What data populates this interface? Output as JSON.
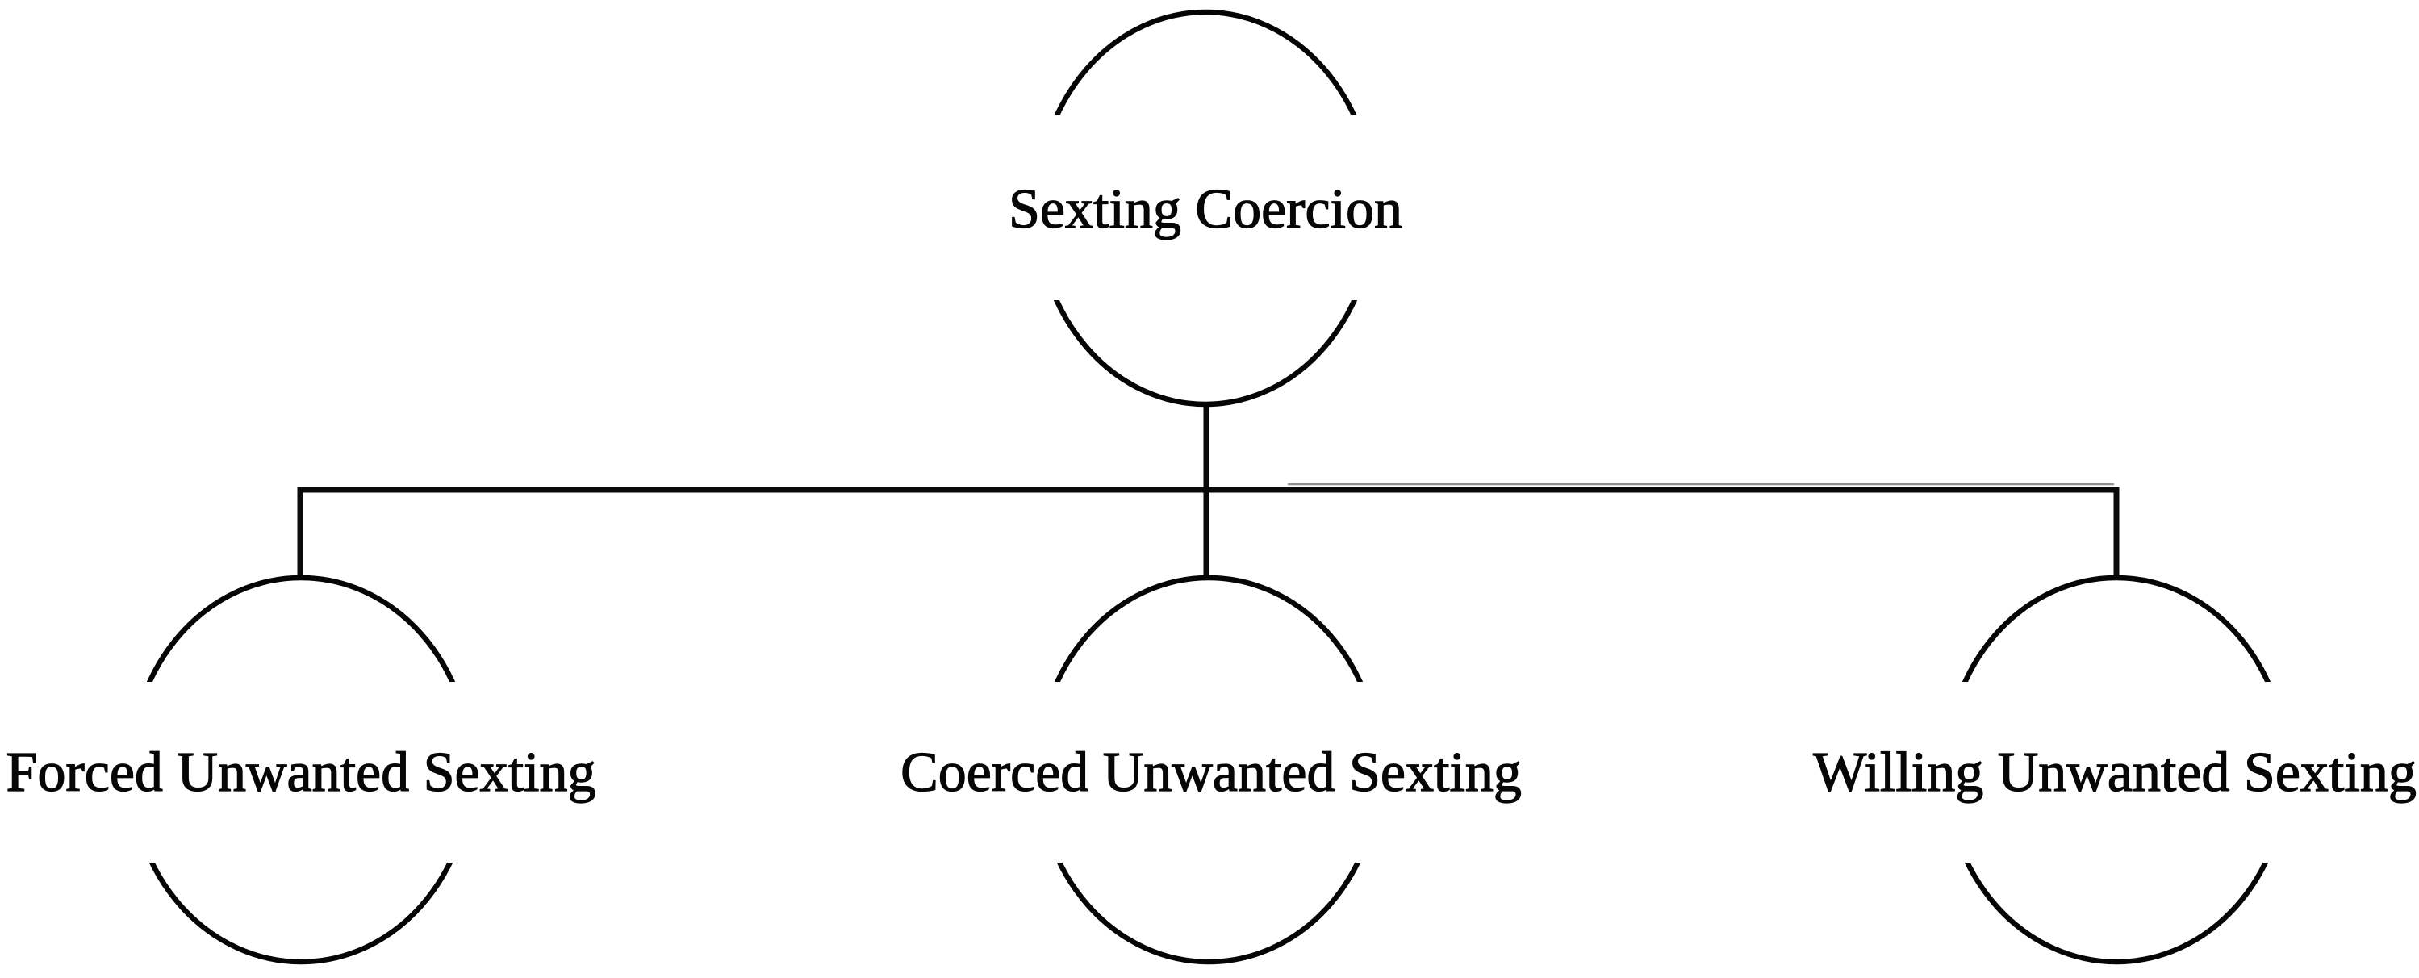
{
  "figure": {
    "type": "hierarchy-tree",
    "background_color": "#ffffff",
    "stroke_color": "#000000",
    "text_color": "#000000",
    "root": {
      "label": "Sexting Coercion"
    },
    "children": [
      {
        "label": "Forced Unwanted Sexting"
      },
      {
        "label": "Coerced Unwanted Sexting"
      },
      {
        "label": "Willing Unwanted Sexting"
      }
    ]
  }
}
